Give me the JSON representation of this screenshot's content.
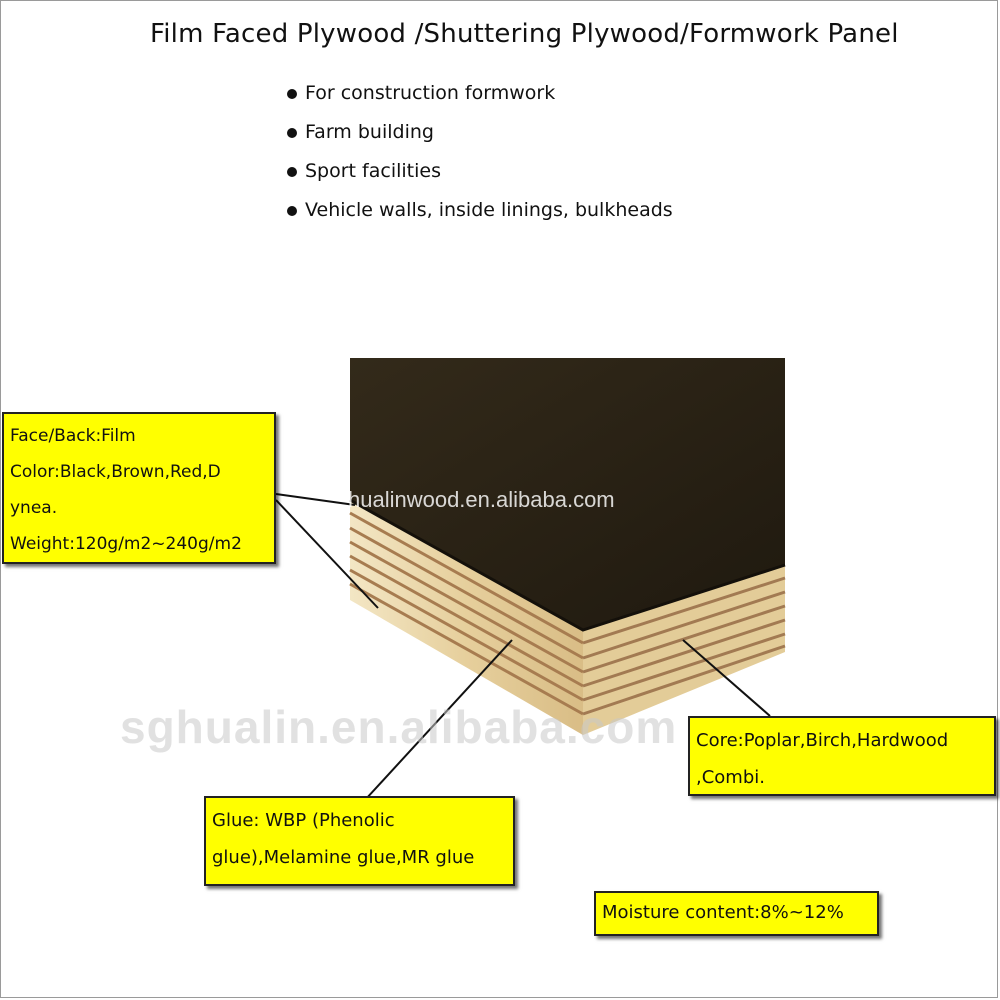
{
  "title": "Film Faced Plywood /Shuttering Plywood/Formwork Panel",
  "features": [
    "For construction formwork",
    "Farm building",
    "Sport facilities",
    "Vehicle walls, inside linings, bulkheads"
  ],
  "callouts": {
    "face": [
      "Face/Back:Film",
      "Color:Black,Brown,Red,D",
      "ynea.",
      "Weight:120g/m2~240g/m2"
    ],
    "core": [
      "Core:Poplar,Birch,Hardwood",
      ",Combi."
    ],
    "glue": [
      "Glue: WBP (Phenolic",
      "glue),Melamine glue,MR glue"
    ],
    "moisture": "Moisture content:8%~12%"
  },
  "watermarks": {
    "small": "hualinwood.en.alibaba.com",
    "large": "sghualin.en.alibaba.com"
  },
  "colors": {
    "callout_bg": "#ffff00",
    "film": "#2b2416",
    "veneer_light": "#e7d3a2",
    "veneer_dark": "#b0865a"
  }
}
